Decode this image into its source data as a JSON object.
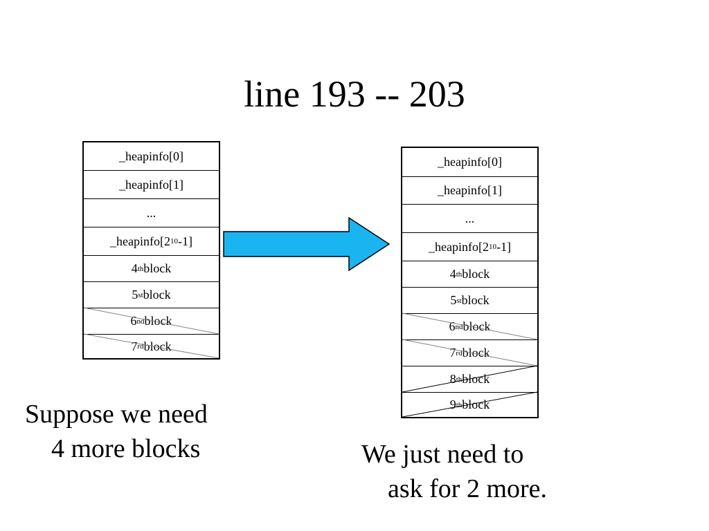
{
  "title": "line 193 -- 203",
  "left_table": {
    "rows": [
      {
        "text": "_heapinfo[0]"
      },
      {
        "text": "_heapinfo[1]"
      },
      {
        "text": "..."
      },
      {
        "text": "_heapinfo[2",
        "sup": "10",
        "after": "-1]"
      },
      {
        "text": "4",
        "sup": "th",
        "after": " block"
      },
      {
        "text": "5",
        "sup": "st",
        "after": " block"
      },
      {
        "text": "6",
        "sup": "nd",
        "after": " block"
      },
      {
        "text": "7",
        "sup": "rd",
        "after": " block"
      }
    ]
  },
  "right_table": {
    "rows": [
      {
        "text": "_heapinfo[0]"
      },
      {
        "text": "_heapinfo[1]"
      },
      {
        "text": "..."
      },
      {
        "text": "_heapinfo[2",
        "sup": "10",
        "after": "-1]"
      },
      {
        "text": "4",
        "sup": "th",
        "after": " block"
      },
      {
        "text": "5",
        "sup": "st",
        "after": " block"
      },
      {
        "text": "6",
        "sup": "nd",
        "after": " block"
      },
      {
        "text": "7",
        "sup": "rd",
        "after": " block"
      },
      {
        "text": "8",
        "sup": "th",
        "after": " block"
      },
      {
        "text": "9",
        "sup": "th",
        "after": " block"
      }
    ]
  },
  "caption_left": {
    "line1": "Suppose we need",
    "line2": "4 more blocks"
  },
  "caption_right": {
    "line1": "We just need to",
    "line2": "ask for 2 more."
  },
  "colors": {
    "arrow_fill": "#1ab4f0",
    "arrow_stroke": "#000000",
    "strike_gray": "#808080",
    "strike_black": "#000000"
  }
}
